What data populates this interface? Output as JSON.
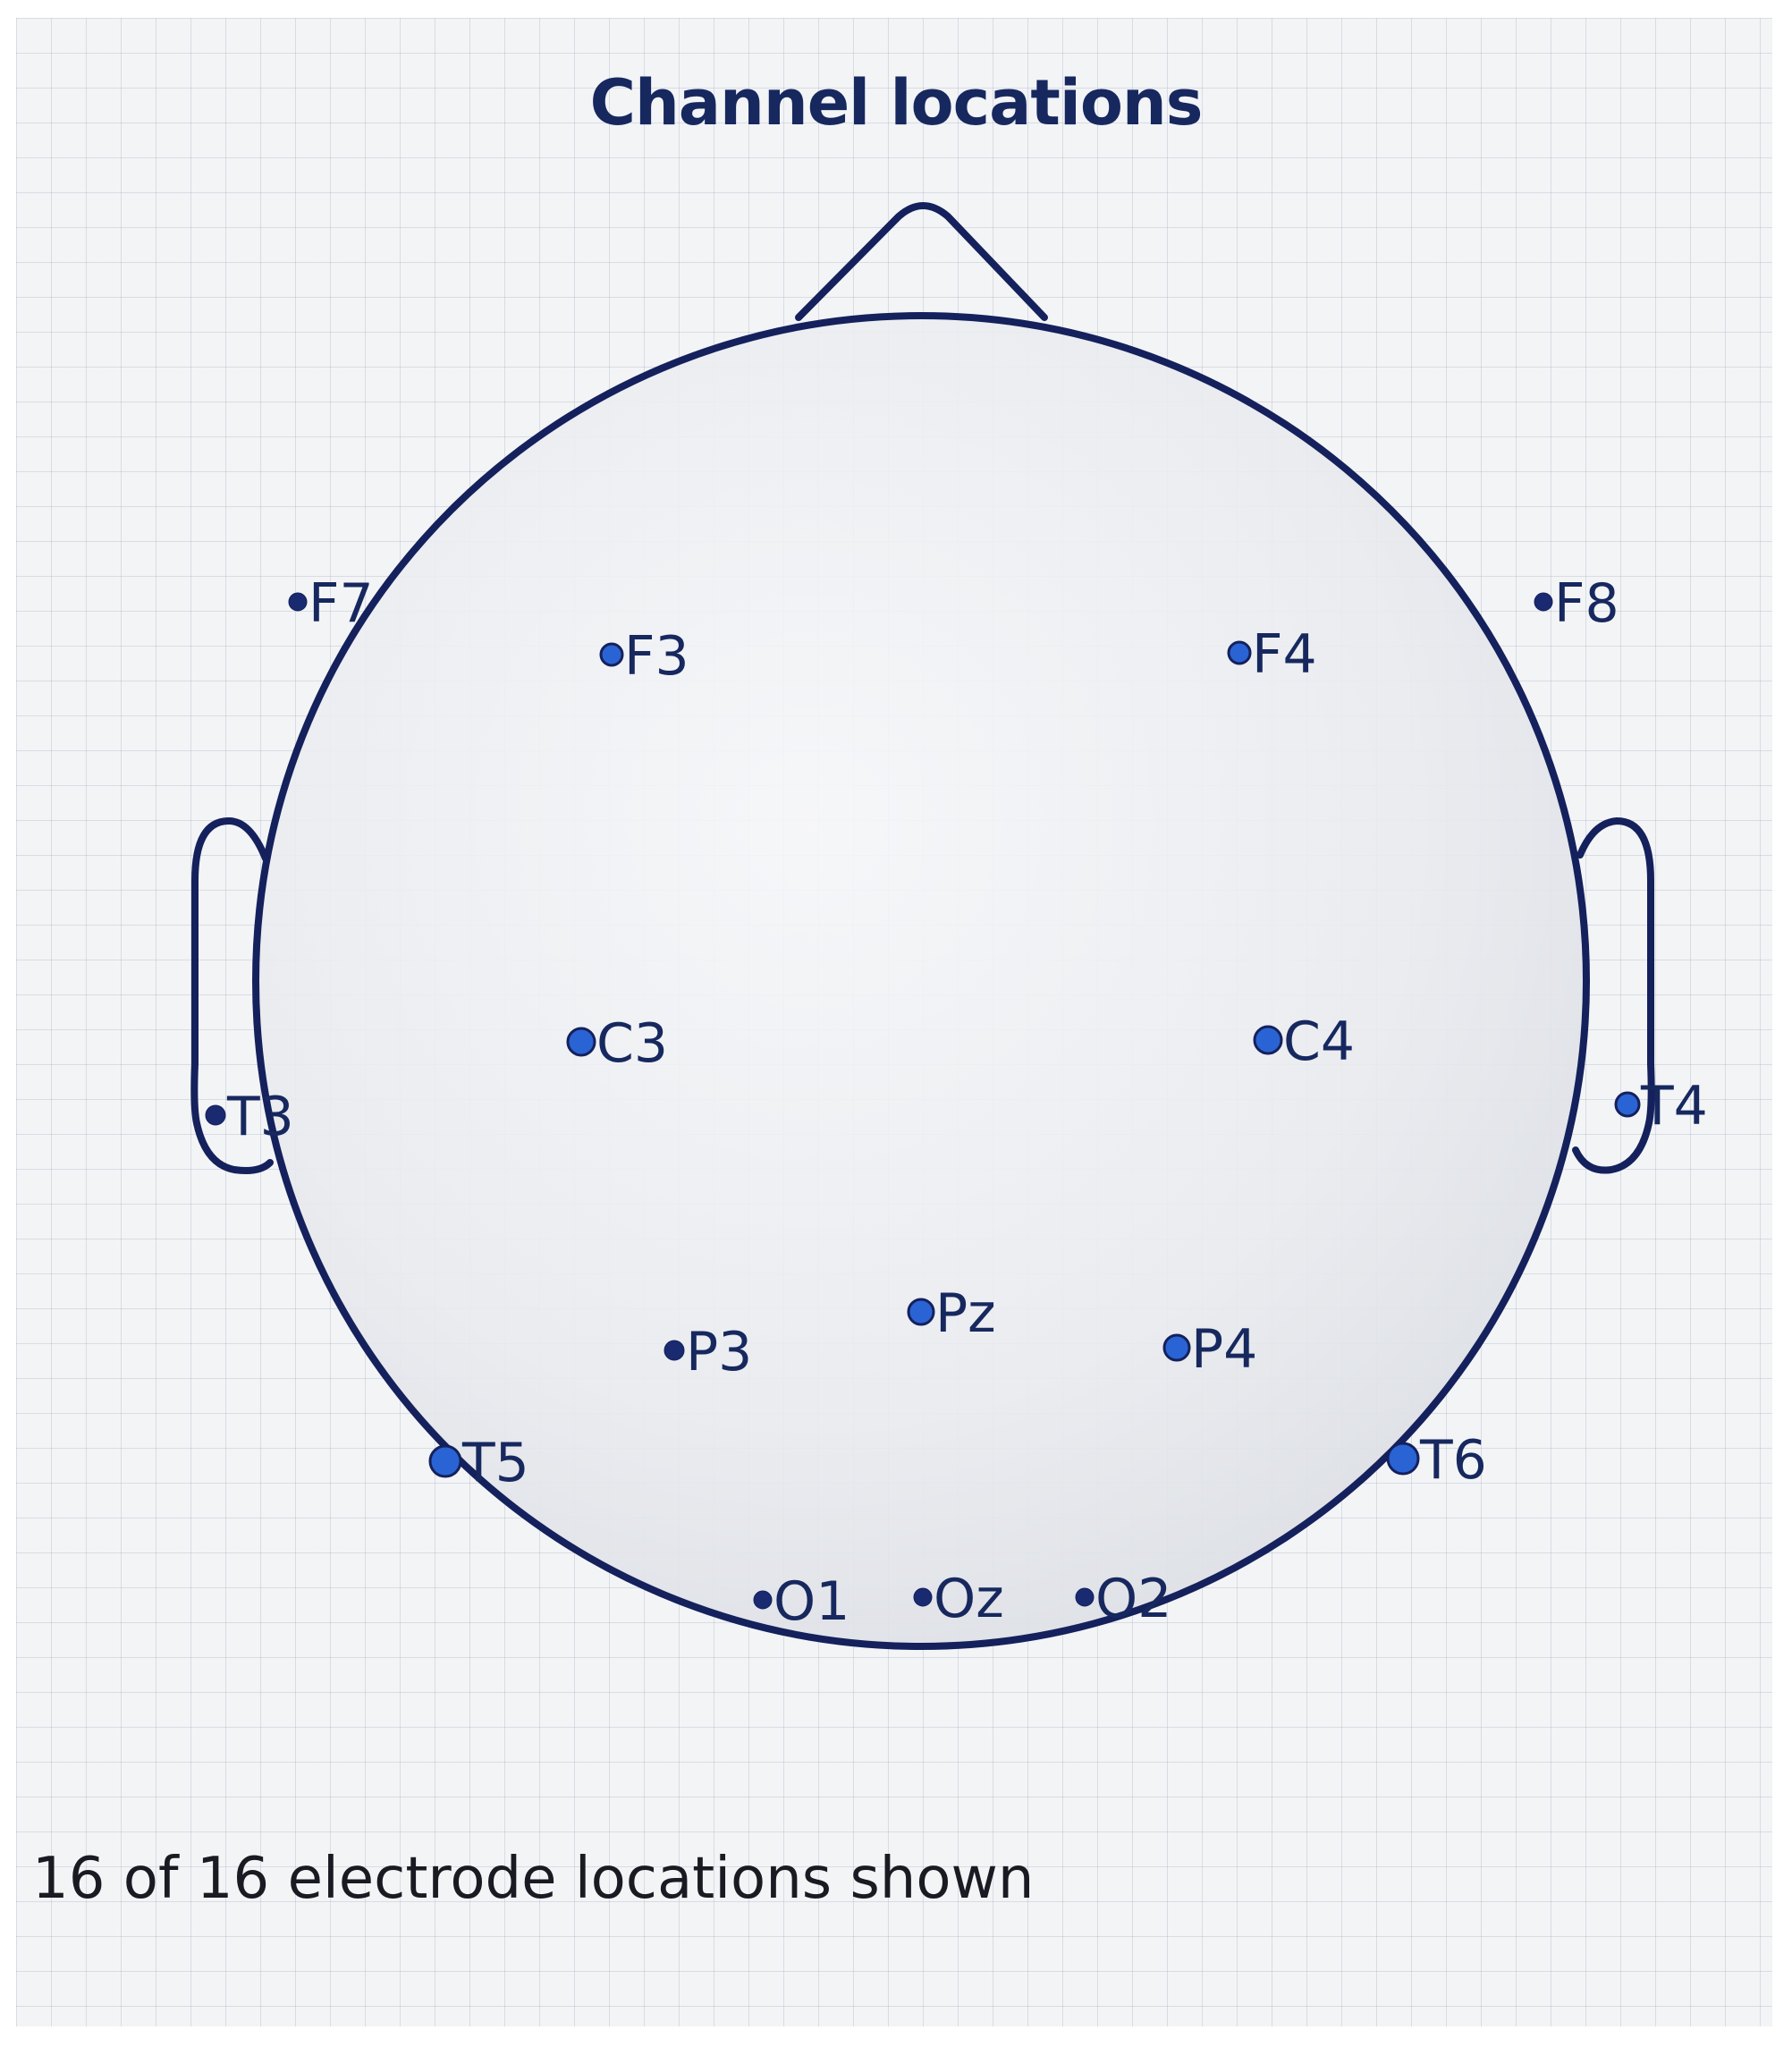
{
  "title": "Channel locations",
  "footer_text": "16 of 16 electrode locations shown",
  "colors": {
    "outline": "#14215c",
    "electrode_fill": "#2a63d4",
    "electrode_dark": "#1a2a70",
    "label": "#17285f"
  },
  "electrodes": [
    {
      "label": "F7"
    },
    {
      "label": "F3"
    },
    {
      "label": "F4"
    },
    {
      "label": "F8"
    },
    {
      "label": "T3"
    },
    {
      "label": "C3"
    },
    {
      "label": "C4"
    },
    {
      "label": "T4"
    },
    {
      "label": "T5"
    },
    {
      "label": "P3"
    },
    {
      "label": "Pz"
    },
    {
      "label": "P4"
    },
    {
      "label": "T6"
    },
    {
      "label": "O1"
    },
    {
      "label": "Oz"
    },
    {
      "label": "O2"
    }
  ]
}
